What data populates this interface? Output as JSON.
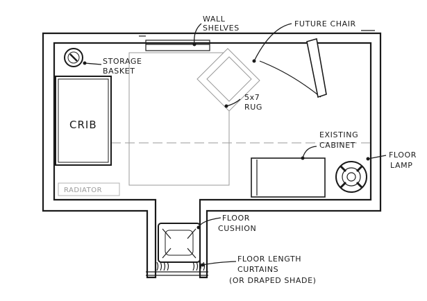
{
  "labels": {
    "wall_shelves_1": "WALL",
    "wall_shelves_2": "SHELVES",
    "future_chair": "FUTURE CHAIR",
    "storage_basket_1": "STORAGE",
    "storage_basket_2": "BASKET",
    "rug_1": "5x7",
    "rug_2": "RUG",
    "crib": "CRIB",
    "existing_cabinet_1": "EXISTING",
    "existing_cabinet_2": "CABINET",
    "floor_lamp_1": "FLOOR",
    "floor_lamp_2": "LAMP",
    "radiator": "RADIATOR",
    "floor_cushion_1": "FLOOR",
    "floor_cushion_2": "CUSHION",
    "curtains_1": "FLOOR LENGTH",
    "curtains_2": "CURTAINS",
    "curtains_3": "(OR DRAPED SHADE)"
  }
}
